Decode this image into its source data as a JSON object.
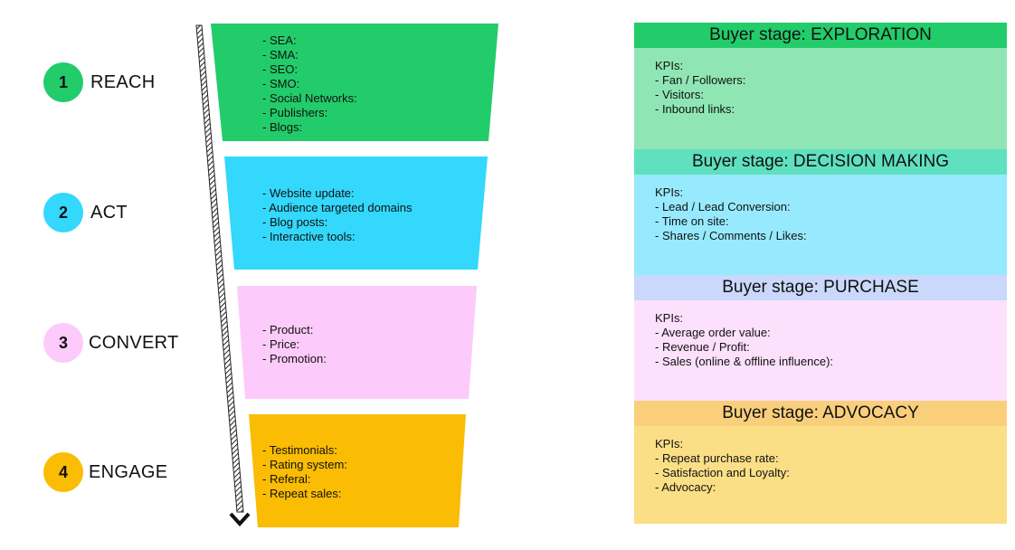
{
  "colors": {
    "reach": "#22cc6a",
    "act": "#33d8fc",
    "convert": "#fccbfb",
    "engage": "#fbbc04",
    "exploration_header": "#22cc6a",
    "exploration_body": "#8fe6b4",
    "decision_header": "#5fe0be",
    "decision_body": "#97eafd",
    "purchase_header": "#c9d8fb",
    "purchase_body": "#fde0fb",
    "advocacy_header": "#f9cf7c",
    "advocacy_body": "#fbdf86"
  },
  "stages": [
    {
      "number": "1",
      "label": "REACH"
    },
    {
      "number": "2",
      "label": "ACT"
    },
    {
      "number": "3",
      "label": "CONVERT"
    },
    {
      "number": "4",
      "label": "ENGAGE"
    }
  ],
  "funnel": [
    {
      "items": [
        "- SEA:",
        "- SMA:",
        "- SEO:",
        "- SMO:",
        "- Social Networks:",
        "- Publishers:",
        "- Blogs:"
      ]
    },
    {
      "items": [
        "- Website update:",
        "- Audience targeted domains",
        "- Blog posts:",
        "- Interactive tools:"
      ]
    },
    {
      "items": [
        "- Product:",
        "- Price:",
        "- Promotion:"
      ]
    },
    {
      "items": [
        "- Testimonials:",
        "- Rating system:",
        "- Referal:",
        "- Repeat sales:"
      ]
    }
  ],
  "kpis": [
    {
      "header": "Buyer stage: EXPLORATION",
      "intro": "KPIs:",
      "items": [
        "- Fan / Followers:",
        "- Visitors:",
        "- Inbound links:"
      ]
    },
    {
      "header": "Buyer stage: DECISION MAKING",
      "intro": "KPIs:",
      "items": [
        "- Lead / Lead Conversion:",
        "- Time on site:",
        "- Shares / Comments / Likes:"
      ]
    },
    {
      "header": "Buyer stage: PURCHASE",
      "intro": "KPIs:",
      "items": [
        "- Average order value:",
        "- Revenue / Profit:",
        "- Sales (online & offline influence):"
      ]
    },
    {
      "header": "Buyer stage: ADVOCACY",
      "intro": "KPIs:",
      "items": [
        "- Repeat purchase rate:",
        "- Satisfaction and Loyalty:",
        "- Advocacy:"
      ]
    }
  ]
}
